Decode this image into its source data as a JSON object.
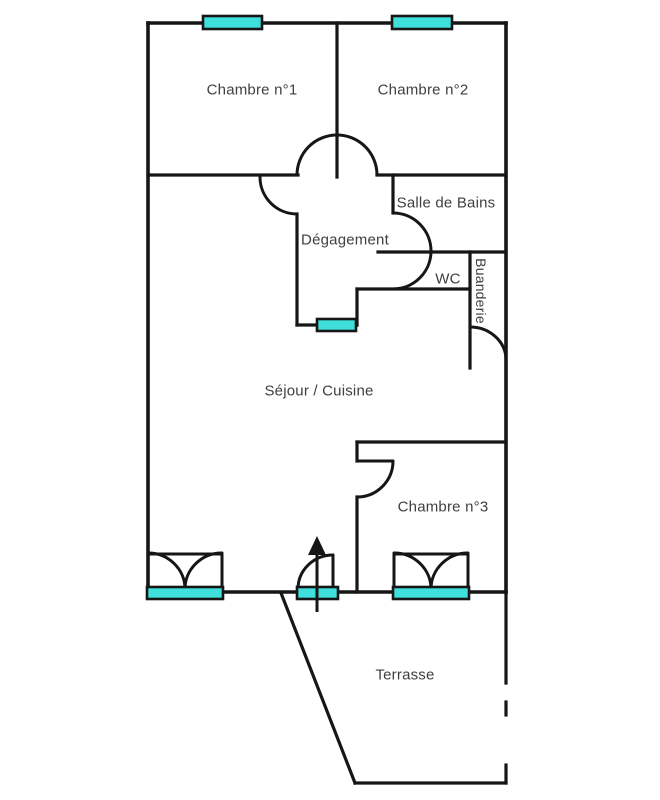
{
  "plan": {
    "type": "apartment-floor-plan",
    "rooms": {
      "chambre1": {
        "label": "Chambre n°1"
      },
      "chambre2": {
        "label": "Chambre n°2"
      },
      "salle_de_bains": {
        "label": "Salle de Bains"
      },
      "degagement": {
        "label": "Dégagement"
      },
      "wc": {
        "label": "WC"
      },
      "buanderie": {
        "label": "Buanderie"
      },
      "sejour_cuisine": {
        "label": "Séjour / Cuisine"
      },
      "chambre3": {
        "label": "Chambre n°3"
      },
      "terrasse": {
        "label": "Terrasse"
      }
    },
    "features": {
      "windows": 3,
      "window_sills": 3,
      "entrance_arrow": "points-up-into-sejour"
    },
    "colors": {
      "window_fill": "#3fe0db",
      "wall": "#161616",
      "label_text": "#3f3f3f",
      "background": "#ffffff"
    }
  }
}
